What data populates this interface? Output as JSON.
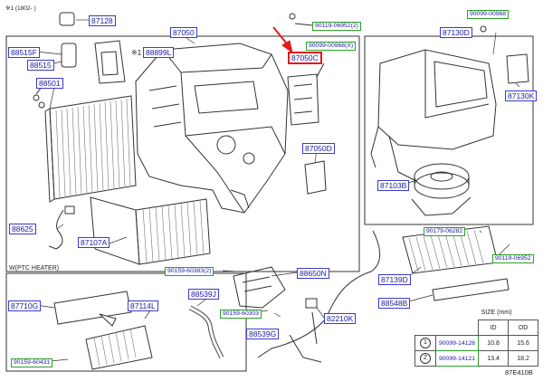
{
  "header": {
    "note": "※1 (1802-    )"
  },
  "footer": {
    "code": "87E410B"
  },
  "section_ptc": "W(PTC HEATER)",
  "callouts": {
    "p87128": "87128",
    "p87050": "87050",
    "p88515F": "88515F",
    "p88899L": "88899L",
    "p88515": "88515",
    "p88501": "88501",
    "p88625": "88625",
    "p87107A": "87107A",
    "p87050C": "87050C",
    "p87050D": "87050D",
    "p87130D": "87130D",
    "p87130K": "87130K",
    "p87103B": "87103B",
    "p87139D": "87139D",
    "p88548B": "88548B",
    "p88650N": "88650N",
    "p88539J": "88539J",
    "p88539G": "88539G",
    "p87710G": "87710G",
    "p87114L": "87114L",
    "p82210K": "82210K",
    "a": "90119-06952",
    "a_note": "(2)",
    "b": "90099-00968",
    "b_note": "(X)",
    "c": "90099-00968",
    "d": "90179-06282",
    "e": "90119-06952",
    "f": "90159-60383",
    "f_note": "(2)",
    "g": "90159-60303",
    "h": "90159-60431",
    "circle_ref": "※1"
  },
  "size_table": {
    "title": "SIZE (mm)",
    "col_id": "ID",
    "col_od": "OD",
    "rows": [
      {
        "mark": "1",
        "part": "90099-14126",
        "id": "10.8",
        "od": "15.6"
      },
      {
        "mark": "2",
        "part": "90099-14121",
        "id": "13.4",
        "od": "18.2"
      }
    ]
  }
}
